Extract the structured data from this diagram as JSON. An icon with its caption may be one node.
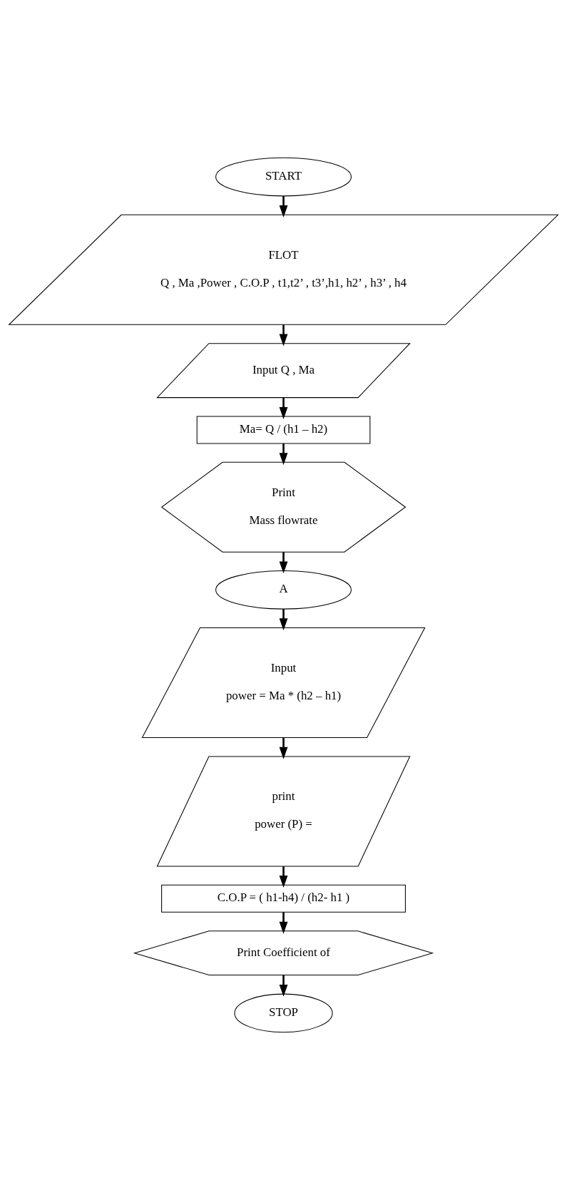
{
  "diagram": {
    "nodes": [
      {
        "text": [
          "START"
        ]
      },
      {
        "text": [
          "FLOT",
          "Q , Ma ,Power , C.O.P , t1,t2’ , t3’,h1, h2’ , h3’ , h4"
        ]
      },
      {
        "text": [
          "Input Q , Ma"
        ]
      },
      {
        "text": [
          "Ma= Q / (h1 – h2)"
        ]
      },
      {
        "text": [
          "Print",
          "Mass flowrate"
        ]
      },
      {
        "text": [
          "A"
        ]
      },
      {
        "text": [
          "Input",
          "power = Ma * (h2 – h1)"
        ]
      },
      {
        "text": [
          "print",
          "power (P) ="
        ]
      },
      {
        "text": [
          "C.O.P = ( h1-h4) / (h2- h1 )"
        ]
      },
      {
        "text": [
          "Print Coefficient of"
        ]
      },
      {
        "text": [
          "STOP"
        ]
      }
    ],
    "edges": [
      {
        "from": 0,
        "to": 1,
        "arrow": "to"
      },
      {
        "from": 1,
        "to": 2,
        "arrow": "to"
      },
      {
        "from": 2,
        "to": 3,
        "arrow": "to"
      },
      {
        "from": 3,
        "to": 4,
        "arrow": "to"
      },
      {
        "from": 4,
        "to": 5,
        "arrow": "to"
      },
      {
        "from": 5,
        "to": 6,
        "arrow": "to"
      },
      {
        "from": 6,
        "to": 7,
        "arrow": "to"
      },
      {
        "from": 7,
        "to": 8,
        "arrow": "to"
      },
      {
        "from": 8,
        "to": 9,
        "arrow": "to"
      },
      {
        "from": 9,
        "to": 10,
        "arrow": "to"
      }
    ]
  }
}
